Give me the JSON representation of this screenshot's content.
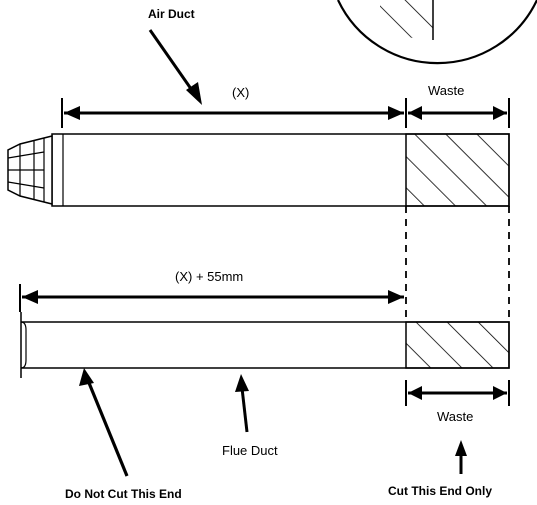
{
  "labels": {
    "air_duct": "Air Duct",
    "x_top": "(X)",
    "waste_top": "Waste",
    "x_plus": "(X) + 55mm",
    "waste_bottom": "Waste",
    "flue_duct": "Flue Duct",
    "do_not_cut": "Do Not Cut This End",
    "cut_only": "Cut This End Only"
  }
}
